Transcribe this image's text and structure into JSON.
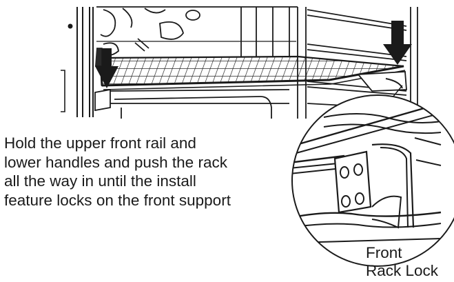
{
  "figure": {
    "instruction_lines": [
      "Hold the upper front rail and",
      "lower handles and push the rack",
      "all the way in until the install",
      "feature locks on the front support"
    ],
    "callout_lines": [
      "Front",
      "Rack Lock"
    ]
  },
  "colors": {
    "ink": "#1a1a1a",
    "background": "#ffffff"
  },
  "icons": [
    "push-arrow-icon",
    "push-arrow-icon"
  ]
}
